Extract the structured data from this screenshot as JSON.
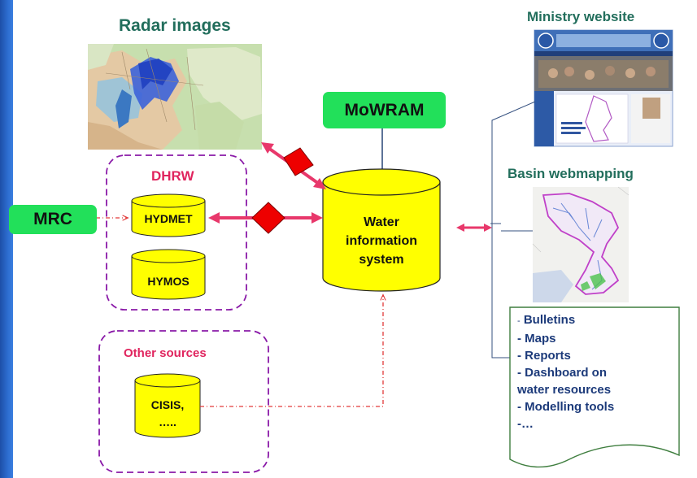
{
  "titles": {
    "radar": "Radar images",
    "ministry": "Ministry website",
    "basin": "Basin webmapping"
  },
  "nodes": {
    "mowram": "MoWRAM",
    "mrc": "MRC",
    "dhrw": "DHRW",
    "hydmet": "HYDMET",
    "hymos": "HYMOS",
    "wis_line1": "Water",
    "wis_line2": "information",
    "wis_line3": "system",
    "other_sources": "Other sources",
    "cisis_line1": "CISIS,",
    "cisis_line2": "….."
  },
  "outputs": [
    {
      "dash": "-",
      "label": "Bulletins"
    },
    {
      "dash": "-",
      "label": "Maps"
    },
    {
      "dash": "-",
      "label": "Reports"
    },
    {
      "dash": "-",
      "label": "Dashboard on"
    },
    {
      "dash": "",
      "label": "water resources"
    },
    {
      "dash": "-",
      "label": "Modelling tools"
    },
    {
      "dash": "-",
      "label": "…"
    }
  ],
  "colors": {
    "teal": "#226e5c",
    "pink": "#e0245e",
    "green": "#22e05a",
    "yellow": "#ffff00",
    "purple": "#8a1aa8",
    "arrow": "#e8386b",
    "dashred": "#e23a3a",
    "diamond": "#ee0000"
  }
}
